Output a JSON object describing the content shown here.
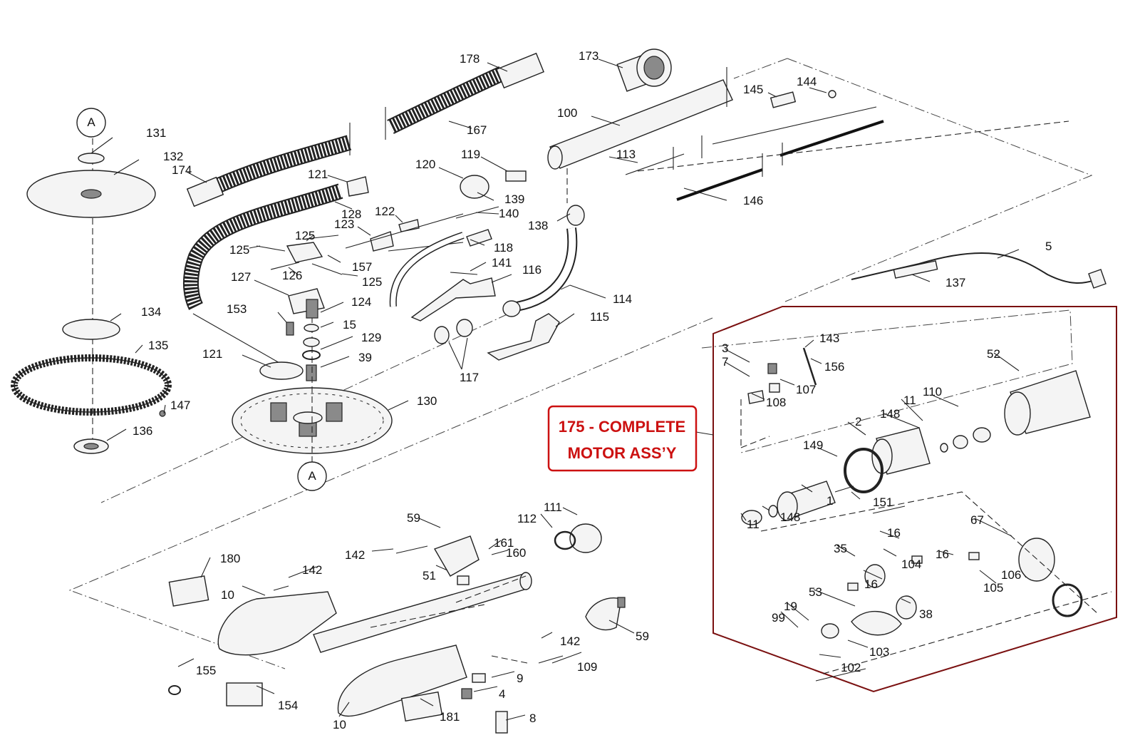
{
  "callout": {
    "line1": "175 - COMPLETE",
    "line2": "MOTOR ASS’Y",
    "border_color": "#cc1111",
    "text_color": "#cc1111"
  },
  "circle_tags": {
    "top": "A",
    "bottom": "A"
  },
  "labels": {
    "p178": "178",
    "p173": "173",
    "p144": "144",
    "p145": "145",
    "p100": "100",
    "p167": "167",
    "p131": "131",
    "p132": "132",
    "p174": "174",
    "p121a": "121",
    "p120": "120",
    "p119": "119",
    "p113": "113",
    "p139": "139",
    "p140": "140",
    "p146": "146",
    "p128": "128",
    "p122": "122",
    "p123": "123",
    "p125a": "125",
    "p138": "138",
    "p118": "118",
    "p125b": "125",
    "p157": "157",
    "p126": "126",
    "p125c": "125",
    "p141": "141",
    "p116": "116",
    "p127": "127",
    "p5": "5",
    "p137": "137",
    "p114": "114",
    "p124": "124",
    "p153": "153",
    "p15": "15",
    "p134": "134",
    "p115": "115",
    "p129": "129",
    "p135": "135",
    "p121b": "121",
    "p39": "39",
    "p117": "117",
    "p130": "130",
    "p147": "147",
    "p136": "136",
    "p143": "143",
    "p3": "3",
    "p7": "7",
    "p156": "156",
    "p52": "52",
    "p107": "107",
    "p108": "108",
    "p11a": "11",
    "p110": "110",
    "p148a": "148",
    "p2": "2",
    "p149": "149",
    "p1": "1",
    "p151": "151",
    "p148b": "148",
    "p11b": "11",
    "p67": "67",
    "p16a": "16",
    "p104": "104",
    "p35": "35",
    "p16b": "16",
    "p16c": "16",
    "p106": "106",
    "p105": "105",
    "p53": "53",
    "p19": "19",
    "p99": "99",
    "p38": "38",
    "p103": "103",
    "p102": "102",
    "p59a": "59",
    "p111": "111",
    "p112": "112",
    "p142a": "142",
    "p161": "161",
    "p160": "160",
    "p51": "51",
    "p180": "180",
    "p142b": "142",
    "p10a": "10",
    "p59b": "59",
    "p142c": "142",
    "p109": "109",
    "p155": "155",
    "p9": "9",
    "p154": "154",
    "p4": "4",
    "p10b": "10",
    "p181": "181",
    "p8": "8"
  }
}
